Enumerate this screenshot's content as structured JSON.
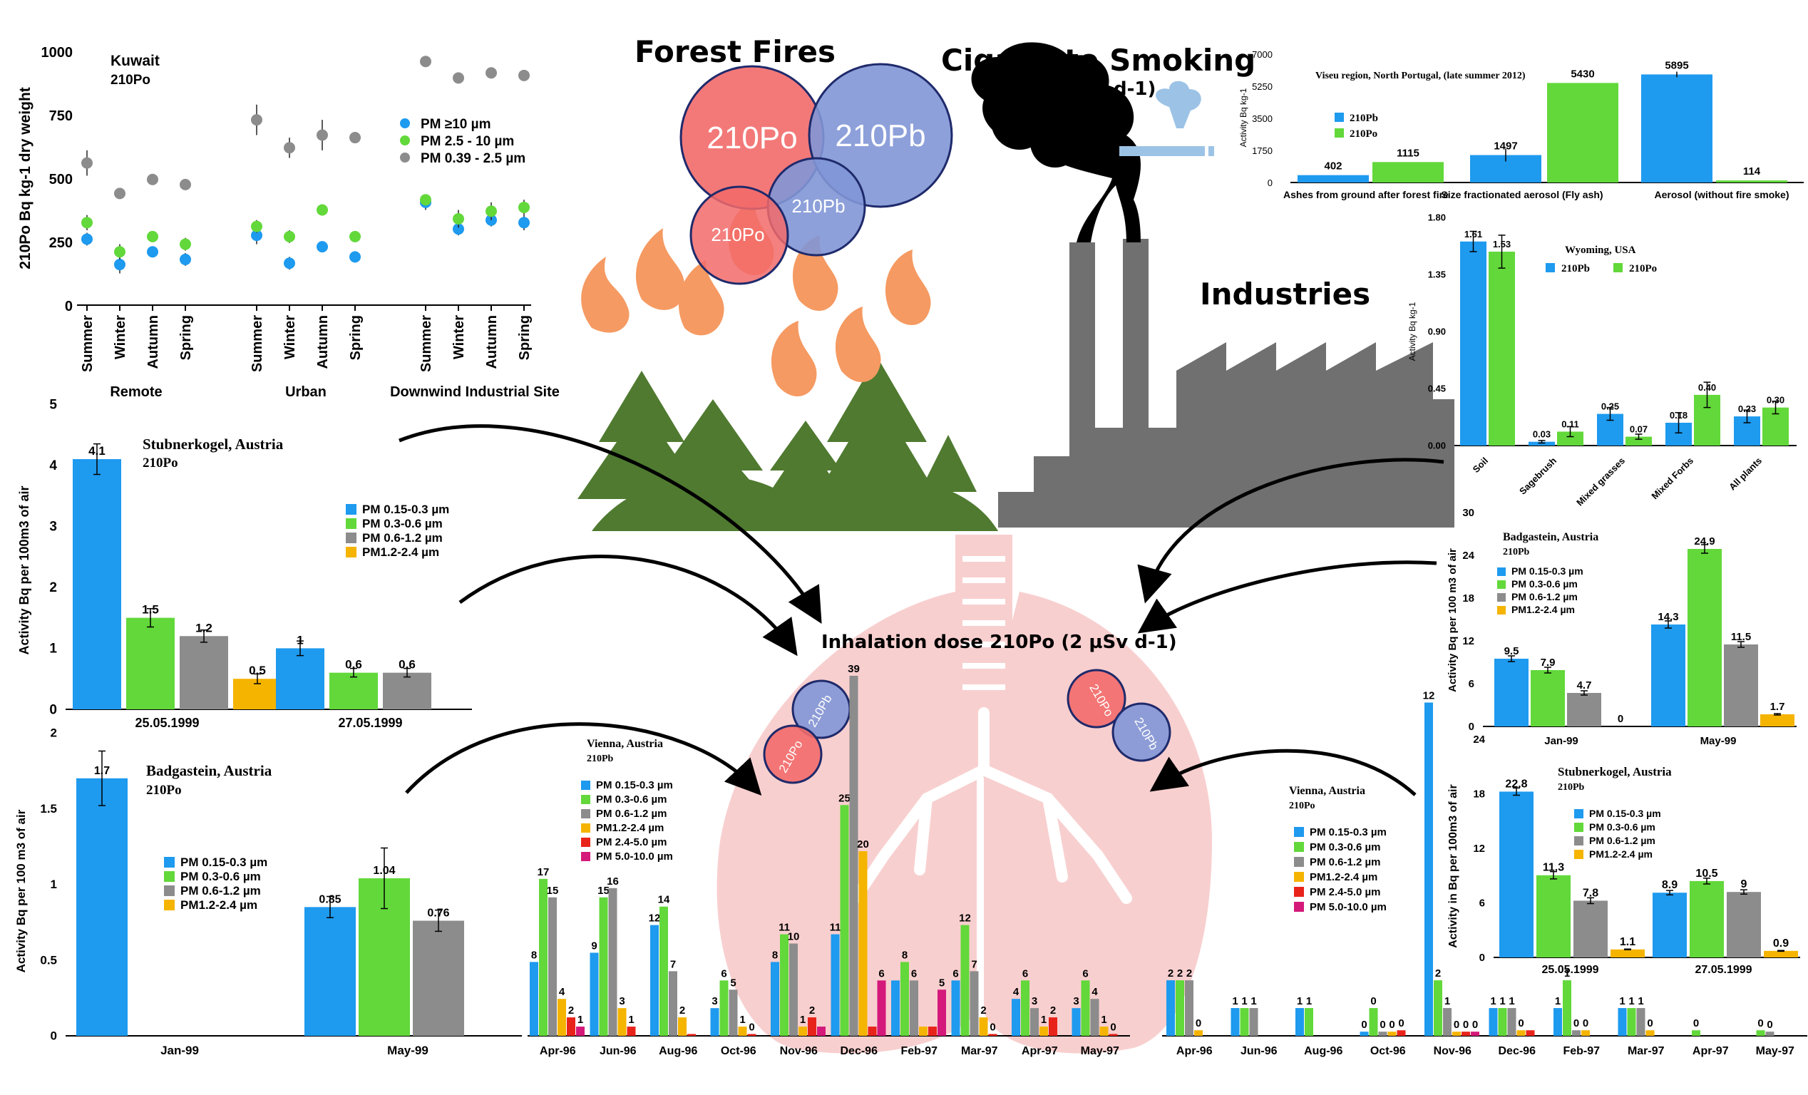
{
  "headings": {
    "forest_fires": "Forest Fires",
    "cigarette": "Cigarette Smoking",
    "cigarette_dose": "(0.099 µSv d-1)",
    "industries": "Industries",
    "inhalation": "Inhalation dose 210Po (2 µSv d-1)",
    "po": "210Po",
    "pb": "210Pb"
  },
  "colors": {
    "blue": "#1E9AEF",
    "green": "#62D83A",
    "gray": "#8C8C8C",
    "orange": "#F5B400",
    "red": "#E8241A",
    "magenta": "#D4197A",
    "tree": "#4F7A30",
    "flame": "#F59A62",
    "factory": "#707070",
    "lung": "#F8CFCF",
    "po_circle": "#F26A6A",
    "pb_circle": "#8196D6"
  },
  "chart_data": [
    {
      "id": "kuwait",
      "type": "scatter",
      "title": "Kuwait",
      "subtitle": "210Po",
      "ylabel": "210Po Bq kg-1 dry weight",
      "ylim": [
        0,
        1000
      ],
      "yticks": [
        "0",
        "250",
        "500",
        "750",
        "1000"
      ],
      "groups": [
        "Remote",
        "Urban",
        "Downwind Industrial Site"
      ],
      "categories": [
        "Summer",
        "Winter",
        "Autumn",
        "Spring"
      ],
      "series": [
        {
          "name": "PM ≥10 µm",
          "color": "#1E9AEF",
          "values": [
            [
              260,
              160,
              210,
              180
            ],
            [
              275,
              165,
              230,
              190
            ],
            [
              405,
              300,
              335,
              325
            ]
          ],
          "errors": [
            [
              25,
              35,
              15,
              25
            ],
            [
              35,
              25,
              15,
              20
            ],
            [
              30,
              25,
              25,
              30
            ]
          ]
        },
        {
          "name": "PM 2.5 - 10 µm",
          "color": "#62D83A",
          "values": [
            [
              325,
              210,
              270,
              240
            ],
            [
              310,
              270,
              375,
              270
            ],
            [
              415,
              340,
              370,
              385
            ]
          ],
          "errors": [
            [
              30,
              30,
              15,
              25
            ],
            [
              25,
              25,
              20,
              15
            ],
            [
              20,
              35,
              35,
              30
            ]
          ]
        },
        {
          "name": "PM 0.39 - 2.5 µm",
          "color": "#8C8C8C",
          "values": [
            [
              560,
              440,
              495,
              475
            ],
            [
              730,
              620,
              670,
              660
            ],
            [
              960,
              895,
              915,
              905
            ]
          ],
          "errors": [
            [
              50,
              15,
              15,
              15
            ],
            [
              60,
              40,
              60,
              15
            ],
            [
              15,
              15,
              15,
              15
            ]
          ]
        }
      ]
    },
    {
      "id": "viseu",
      "type": "bar",
      "title": "Viseu region, North Portugal, (late summer 2012)",
      "ylabel": "Activity Bq kg-1",
      "ylim": [
        0,
        7000
      ],
      "yticks": [
        "0",
        "1750",
        "3500",
        "5250",
        "7000"
      ],
      "categories": [
        "Ashes from ground after forest fire",
        "Size fractionated aerosol (Fly ash)",
        "Aerosol (without fire smoke)"
      ],
      "series": [
        {
          "name": "210Pb",
          "color": "#1E9AEF",
          "values": [
            402,
            1497,
            5895
          ],
          "labels": [
            "402",
            "1497",
            "5895"
          ],
          "errors": [
            0,
            350,
            150
          ]
        },
        {
          "name": "210Po",
          "color": "#62D83A",
          "values": [
            1115,
            5430,
            114
          ],
          "labels": [
            "1115",
            "5430",
            "114"
          ],
          "errors": [
            0,
            0,
            0
          ]
        }
      ]
    },
    {
      "id": "wyoming",
      "type": "bar",
      "title": "Wyoming, USA",
      "ylabel": "Activity Bq kg-1",
      "ylim": [
        0,
        1.8
      ],
      "yticks": [
        "0.00",
        "0.45",
        "0.90",
        "1.35",
        "1.80"
      ],
      "categories": [
        "Soil",
        "Sagebrush",
        "Mixed grasses",
        "Mixed Forbs",
        "All plants"
      ],
      "series": [
        {
          "name": "210Pb",
          "color": "#1E9AEF",
          "values": [
            1.61,
            0.03,
            0.25,
            0.18,
            0.23
          ],
          "labels": [
            "1.61",
            "0.03",
            "0.25",
            "0.18",
            "0.23"
          ],
          "errors": [
            0.08,
            0.01,
            0.05,
            0.08,
            0.05
          ]
        },
        {
          "name": "210Po",
          "color": "#62D83A",
          "values": [
            1.53,
            0.11,
            0.07,
            0.4,
            0.3
          ],
          "labels": [
            "1.53",
            "0.11",
            "0.07",
            "0.40",
            "0.30"
          ],
          "errors": [
            0.13,
            0.04,
            0.02,
            0.1,
            0.05
          ]
        }
      ]
    },
    {
      "id": "stub_po",
      "type": "bar",
      "title": "Stubnerkogel, Austria",
      "subtitle": "210Po",
      "ylabel": "Activity Bq per 100m3 of air",
      "ylim": [
        0,
        5
      ],
      "yticks": [
        "0",
        "1",
        "2",
        "3",
        "4",
        "5"
      ],
      "categories": [
        "25.05.1999",
        "27.05.1999"
      ],
      "series": [
        {
          "name": "PM 0.15-0.3 µm",
          "color": "#1E9AEF",
          "values": [
            4.1,
            1
          ],
          "labels": [
            "4.1",
            "1"
          ],
          "errors": [
            0.25,
            0.12
          ]
        },
        {
          "name": "PM 0.3-0.6 µm",
          "color": "#62D83A",
          "values": [
            1.5,
            0.6
          ],
          "labels": [
            "1.5",
            "0.6"
          ],
          "errors": [
            0.15,
            0.07
          ]
        },
        {
          "name": "PM 0.6-1.2 µm",
          "color": "#8C8C8C",
          "values": [
            1.2,
            0.6
          ],
          "labels": [
            "1.2",
            "0.6"
          ],
          "errors": [
            0.1,
            0.07
          ]
        },
        {
          "name": "PM1.2-2.4 µm",
          "color": "#F5B400",
          "values": [
            0.5,
            null
          ],
          "labels": [
            "0.5",
            ""
          ],
          "errors": [
            0.08,
            0
          ]
        }
      ]
    },
    {
      "id": "bad_pb",
      "type": "bar",
      "title": "Badgastein, Austria",
      "subtitle": "210Pb",
      "ylabel": "Activity Bq per 100 m3 of air",
      "ylim": [
        0,
        30
      ],
      "yticks": [
        "0",
        "6",
        "12",
        "18",
        "24",
        "30"
      ],
      "categories": [
        "Jan-99",
        "May-99"
      ],
      "series": [
        {
          "name": "PM 0.15-0.3 µm",
          "color": "#1E9AEF",
          "values": [
            9.5,
            14.3
          ],
          "labels": [
            "9.5",
            "14.3"
          ],
          "errors": [
            0.4,
            0.5
          ]
        },
        {
          "name": "PM 0.3-0.6 µm",
          "color": "#62D83A",
          "values": [
            7.9,
            24.9
          ],
          "labels": [
            "7.9",
            "24.9"
          ],
          "errors": [
            0.4,
            0.6
          ]
        },
        {
          "name": "PM 0.6-1.2 µm",
          "color": "#8C8C8C",
          "values": [
            4.7,
            11.5
          ],
          "labels": [
            "4.7",
            "11.5"
          ],
          "errors": [
            0.3,
            0.4
          ]
        },
        {
          "name": "PM1.2-2.4 µm",
          "color": "#F5B400",
          "values": [
            0,
            1.7
          ],
          "labels": [
            "0",
            "1.7"
          ],
          "errors": [
            0,
            0.1
          ]
        }
      ]
    },
    {
      "id": "bad_po",
      "type": "bar",
      "title": "Badgastein, Austria",
      "subtitle": "210Po",
      "ylabel": "Activity Bq per 100 m3 of air",
      "ylim": [
        0,
        2
      ],
      "yticks": [
        "0",
        "0.5",
        "1",
        "1.5",
        "2"
      ],
      "categories": [
        "Jan-99",
        "May-99"
      ],
      "series": [
        {
          "name": "PM 0.15-0.3 µm",
          "color": "#1E9AEF",
          "values": [
            1.7,
            0.85
          ],
          "labels": [
            "1.7",
            "0.85"
          ],
          "errors": [
            0.18,
            0.07
          ]
        },
        {
          "name": "PM 0.3-0.6 µm",
          "color": "#62D83A",
          "values": [
            null,
            1.04
          ],
          "labels": [
            "",
            "1.04"
          ],
          "errors": [
            0,
            0.2
          ]
        },
        {
          "name": "PM 0.6-1.2 µm",
          "color": "#8C8C8C",
          "values": [
            null,
            0.76
          ],
          "labels": [
            "",
            "0.76"
          ],
          "errors": [
            0,
            0.07
          ]
        },
        {
          "name": "PM1.2-2.4 µm",
          "color": "#F5B400",
          "values": [
            null,
            null
          ],
          "labels": [
            "",
            ""
          ],
          "errors": [
            0,
            0
          ]
        }
      ]
    },
    {
      "id": "vienna_pb",
      "type": "bar",
      "title": "Vienna, Austria",
      "subtitle": "210Pb",
      "ylim": [
        0,
        40
      ],
      "categories": [
        "Apr-96",
        "Jun-96",
        "Aug-96",
        "Oct-96",
        "Nov-96",
        "Dec-96",
        "Feb-97",
        "Mar-97",
        "Apr-97",
        "May-97"
      ],
      "series": [
        {
          "name": "PM 0.15-0.3 µm",
          "color": "#1E9AEF",
          "values": [
            8,
            9,
            12,
            3,
            8,
            11,
            6,
            6,
            4,
            3
          ],
          "labels": [
            "8",
            "9",
            "12",
            "3",
            "8",
            "11",
            "",
            "6",
            "4",
            "3"
          ]
        },
        {
          "name": "PM 0.3-0.6 µm",
          "color": "#62D83A",
          "values": [
            17,
            15,
            14,
            6,
            11,
            25,
            8,
            12,
            6,
            6
          ],
          "labels": [
            "17",
            "15",
            "14",
            "6",
            "11",
            "25",
            "8",
            "12",
            "6",
            "6"
          ]
        },
        {
          "name": "PM 0.6-1.2 µm",
          "color": "#8C8C8C",
          "values": [
            15,
            16,
            7,
            5,
            10,
            39,
            6,
            7,
            3,
            4
          ],
          "labels": [
            "15",
            "16",
            "7",
            "5",
            "10",
            "39",
            "6",
            "7",
            "3",
            "4"
          ]
        },
        {
          "name": "PM1.2-2.4 µm",
          "color": "#F5B400",
          "values": [
            4,
            3,
            2,
            1,
            1,
            20,
            1,
            2,
            1,
            1
          ],
          "labels": [
            "4",
            "3",
            "2",
            "1",
            "1",
            "20",
            "",
            "2",
            "1",
            "1"
          ]
        },
        {
          "name": "PM 2.4-5.0 µm",
          "color": "#E8241A",
          "values": [
            2,
            1,
            0.2,
            0.2,
            2,
            1,
            1,
            0.2,
            2,
            0.2
          ],
          "labels": [
            "2",
            "1",
            "",
            "0",
            "2",
            "",
            "",
            "0",
            "2",
            "0"
          ]
        },
        {
          "name": "PM 5.0-10.0 µm",
          "color": "#D4197A",
          "values": [
            1,
            0,
            0,
            0,
            1,
            6,
            5,
            0,
            0,
            0
          ],
          "labels": [
            "1",
            "",
            "",
            "",
            "",
            "6",
            "5",
            "",
            "",
            ""
          ]
        }
      ]
    },
    {
      "id": "vienna_po",
      "type": "bar",
      "title": "Vienna, Austria",
      "subtitle": "210Po",
      "ylabel": "Activity in Bq per 100m3 of air",
      "ylim": [
        0,
        12.5
      ],
      "categories": [
        "Apr-96",
        "Jun-96",
        "Aug-96",
        "Oct-96",
        "Nov-96",
        "Dec-96",
        "Feb-97",
        "Mar-97",
        "Apr-97",
        "May-97"
      ],
      "series": [
        {
          "name": "PM 0.15-0.3 µm",
          "color": "#1E9AEF",
          "values": [
            2,
            1,
            1,
            0.15,
            12,
            1,
            1,
            1,
            0,
            0
          ],
          "labels": [
            "2",
            "1",
            "1",
            "0",
            "12",
            "1",
            "1",
            "1",
            "",
            ""
          ]
        },
        {
          "name": "PM 0.3-0.6 µm",
          "color": "#62D83A",
          "values": [
            2,
            1,
            1,
            1,
            2,
            1,
            2,
            1,
            0.2,
            0.2
          ],
          "labels": [
            "2",
            "1",
            "1",
            "0",
            "2",
            "1",
            "1",
            "1",
            "0",
            "0"
          ]
        },
        {
          "name": "PM 0.6-1.2 µm",
          "color": "#8C8C8C",
          "values": [
            2,
            1,
            0,
            0.15,
            1,
            1,
            0.2,
            1,
            0,
            0.15
          ],
          "labels": [
            "2",
            "1",
            "",
            "0",
            "1",
            "1",
            "0",
            "1",
            "",
            "0"
          ]
        },
        {
          "name": "PM1.2-2.4 µm",
          "color": "#F5B400",
          "values": [
            0.2,
            0,
            0,
            0.15,
            0.15,
            0.2,
            0.2,
            0.2,
            0,
            0
          ],
          "labels": [
            "0",
            "",
            "",
            "0",
            "0",
            "0",
            "0",
            "0",
            "",
            ""
          ]
        },
        {
          "name": "PM 2.4-5.0 µm",
          "color": "#E8241A",
          "values": [
            0,
            0,
            0,
            0.2,
            0.15,
            0.2,
            0,
            0,
            0,
            0
          ],
          "labels": [
            "",
            "",
            "",
            "0",
            "0",
            "",
            "",
            "",
            "",
            ""
          ]
        },
        {
          "name": "PM 5.0-10.0 µm",
          "color": "#D4197A",
          "values": [
            0,
            0,
            0,
            0,
            0.15,
            0,
            0,
            0,
            0,
            0
          ],
          "labels": [
            "",
            "",
            "",
            "",
            "0",
            "",
            "",
            "",
            "",
            ""
          ]
        }
      ]
    },
    {
      "id": "stub_pb",
      "type": "bar",
      "title": "Stubnerkogel, Austria",
      "subtitle": "210Pb",
      "ylim": [
        0,
        30
      ],
      "yticks": [
        "0",
        "6",
        "12",
        "18",
        "24"
      ],
      "categories": [
        "25.05.1999",
        "27.05.1999"
      ],
      "series": [
        {
          "name": "PM 0.15-0.3 µm",
          "color": "#1E9AEF",
          "values": [
            22.8,
            8.9
          ],
          "labels": [
            "22.8",
            "8.9"
          ],
          "errors": [
            0.5,
            0.3
          ]
        },
        {
          "name": "PM 0.3-0.6 µm",
          "color": "#62D83A",
          "values": [
            11.3,
            10.5
          ],
          "labels": [
            "11.3",
            "10.5"
          ],
          "errors": [
            0.5,
            0.4
          ]
        },
        {
          "name": "PM 0.6-1.2 µm",
          "color": "#8C8C8C",
          "values": [
            7.8,
            9
          ],
          "labels": [
            "7.8",
            "9"
          ],
          "errors": [
            0.4,
            0.3
          ]
        },
        {
          "name": "PM1.2-2.4 µm",
          "color": "#F5B400",
          "values": [
            1.1,
            0.9
          ],
          "labels": [
            "1.1",
            "0.9"
          ],
          "errors": [
            0.05,
            0.05
          ]
        }
      ]
    }
  ]
}
